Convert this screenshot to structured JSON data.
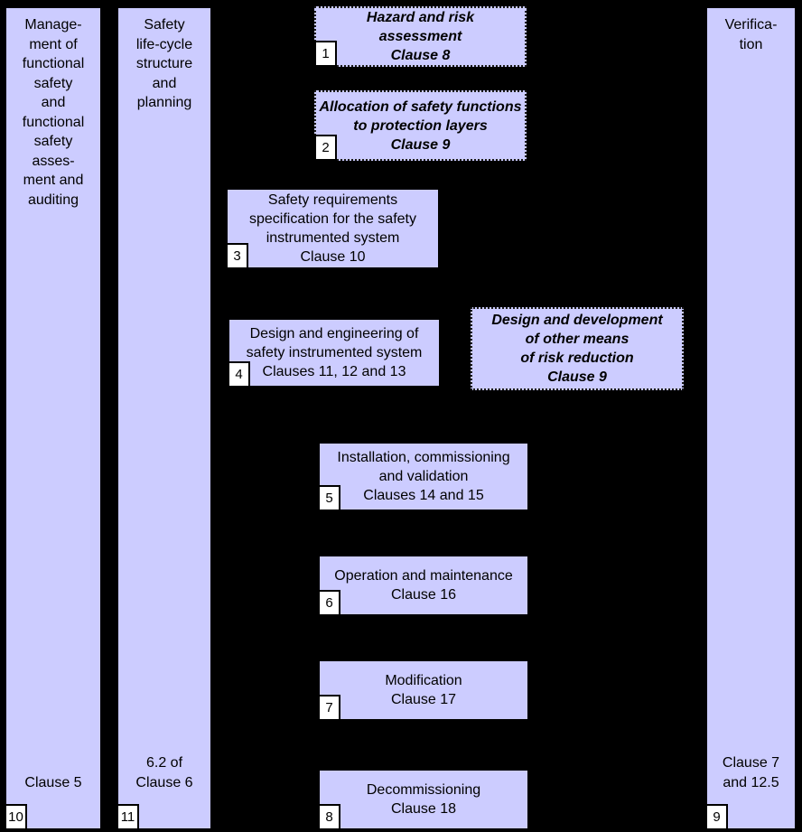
{
  "diagram": {
    "background_color": "#000000",
    "box_fill_color": "#CCCCFF",
    "tab_fill_color": "#FFFFFF",
    "columns": [
      {
        "id": "management",
        "number": "10",
        "top_lines": [
          "Manage-",
          "ment of",
          "functional",
          "safety",
          "and",
          "functional",
          "safety",
          "asses-",
          "ment and",
          "auditing"
        ],
        "bottom_lines": [
          "Clause 5"
        ]
      },
      {
        "id": "lifecycle-structure",
        "number": "11",
        "top_lines": [
          "Safety",
          "life-cycle",
          "structure",
          "and",
          "planning"
        ],
        "bottom_lines": [
          "6.2 of",
          "Clause 6"
        ]
      },
      {
        "id": "verification",
        "number": "9",
        "top_lines": [
          "Verifica-",
          "tion"
        ],
        "bottom_lines": [
          "Clause 7",
          "and 12.5"
        ]
      }
    ],
    "steps": [
      {
        "id": "hazard-risk-assessment",
        "number": "1",
        "style": "dashed-italic",
        "lines": [
          "Hazard and risk",
          "assessment",
          "Clause 8"
        ]
      },
      {
        "id": "allocation-safety-functions",
        "number": "2",
        "style": "dashed-italic",
        "lines": [
          "Allocation of safety functions",
          "to protection layers",
          "Clause 9"
        ]
      },
      {
        "id": "safety-requirements-specification",
        "number": "3",
        "style": "solid",
        "lines": [
          "Safety requirements",
          "specification for the safety",
          "instrumented system",
          "Clause 10"
        ]
      },
      {
        "id": "design-engineering-sis",
        "number": "4",
        "style": "solid",
        "lines": [
          "Design and engineering of",
          "safety instrumented system",
          "Clauses 11, 12 and 13"
        ]
      },
      {
        "id": "other-means-risk-reduction",
        "number": "",
        "style": "dashed-italic",
        "lines": [
          "Design and development",
          "of other means",
          "of risk reduction",
          "Clause 9"
        ]
      },
      {
        "id": "installation-commissioning-validation",
        "number": "5",
        "style": "solid",
        "lines": [
          "Installation, commissioning",
          "and validation",
          "Clauses 14 and 15"
        ]
      },
      {
        "id": "operation-maintenance",
        "number": "6",
        "style": "solid",
        "lines": [
          "Operation and maintenance",
          "Clause 16"
        ]
      },
      {
        "id": "modification",
        "number": "7",
        "style": "solid",
        "lines": [
          "Modification",
          "Clause 17"
        ]
      },
      {
        "id": "decommissioning",
        "number": "8",
        "style": "solid",
        "lines": [
          "Decommissioning",
          "Clause 18"
        ]
      }
    ]
  }
}
